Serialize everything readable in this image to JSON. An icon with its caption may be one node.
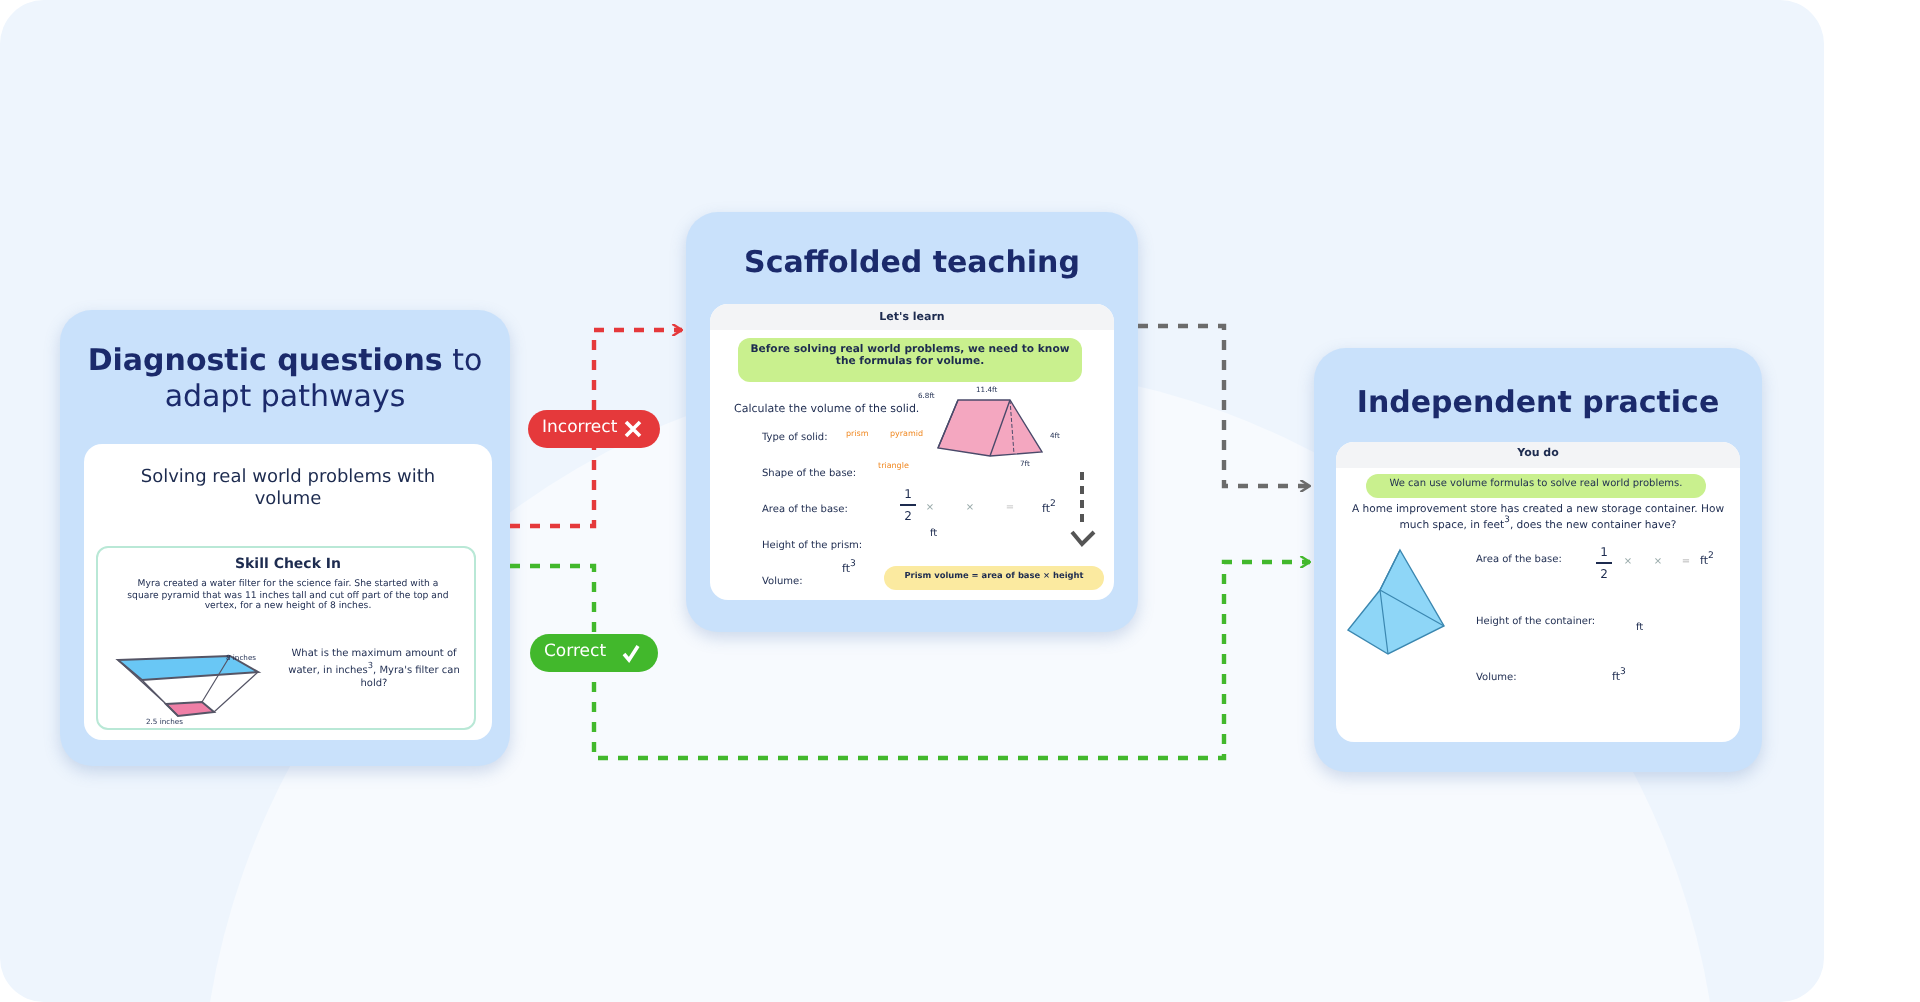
{
  "diagram": {
    "nodes": [
      {
        "text": [
          "**Diagnostic questions** to adapt pathways"
        ]
      },
      {
        "text": [
          "Solving real world problems with volume"
        ],
        "in": 0
      },
      {
        "text": [
          "Skill Check In",
          "Myra created a water filter for the science fair. She started with a square pyramid that was 11 inches tall and cut off part of the top and vertex, for a new height of 8 inches.",
          "What is the maximum amount of water, in inches$^{3}$, Myra's filter can hold?"
        ],
        "in": 1
      },
      {
        "text": [
          "Scaffolded teaching"
        ]
      },
      {
        "text": [
          "Let's learn",
          "Calculate the volume of the solid.",
          "Type of solid:",
          "prism",
          "pyramid",
          "Shape of the base:",
          "triangle",
          "Area of the base:",
          "1",
          "2",
          "×",
          "×",
          "=",
          "ft$^{2}$",
          "Height of the prism:",
          "ft",
          "Volume:",
          "ft$^{3}$"
        ],
        "in": 3
      },
      {
        "text": [
          "Before solving real world problems, we need to know the formulas for volume."
        ],
        "in": 4
      },
      {
        "text": [
          "Prism volume = area of base × height"
        ],
        "in": 4
      },
      {
        "text": [
          "Independent practice"
        ]
      },
      {
        "text": [
          "You do",
          "A home improvement store has created a new storage container. How much space, in feet$^{3}$, does the new container have?",
          "Area of the base:",
          "1",
          "2",
          "×",
          "×",
          "=",
          "ft$^{2}$",
          "Height of the container:",
          "ft",
          "Volume:",
          "ft$^{3}$"
        ],
        "in": 7
      },
      {
        "text": [
          "We can use volume formulas to solve real world problems."
        ],
        "in": 8
      }
    ],
    "edges": [
      {
        "from": 0,
        "to": 3,
        "arrow": "to",
        "label": "Incorrect",
        "style": "dashed",
        "color": "#e5393b"
      },
      {
        "from": 0,
        "to": 7,
        "arrow": "to",
        "label": "Correct",
        "style": "dashed",
        "color": "#42b82c"
      },
      {
        "from": 3,
        "to": 7,
        "arrow": "to",
        "style": "dashed",
        "color": "#6b6b6b"
      }
    ],
    "labels": [
      "8 inches",
      "2.5 inches",
      "11.4ft",
      "6.8ft",
      "4ft",
      "7ft"
    ]
  }
}
